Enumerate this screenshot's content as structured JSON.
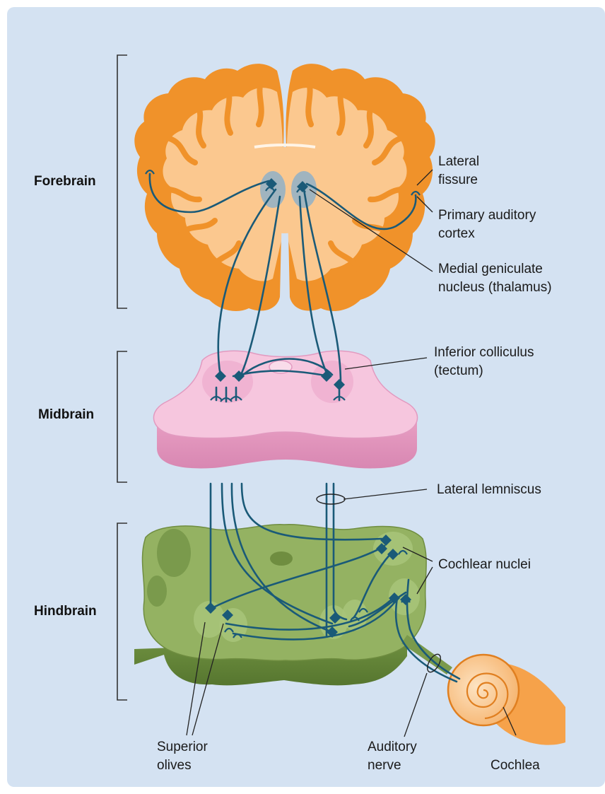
{
  "regions": {
    "forebrain": "Forebrain",
    "midbrain": "Midbrain",
    "hindbrain": "Hindbrain"
  },
  "labels": {
    "lateral_fissure": [
      "Lateral",
      "fissure"
    ],
    "primary_auditory_cortex": [
      "Primary auditory",
      "cortex"
    ],
    "medial_geniculate": [
      "Medial geniculate",
      "nucleus (thalamus)"
    ],
    "inferior_colliculus": [
      "Inferior colliculus",
      "(tectum)"
    ],
    "lateral_lemniscus": [
      "Lateral lemniscus"
    ],
    "cochlear_nuclei": [
      "Cochlear nuclei"
    ],
    "superior_olives": [
      "Superior",
      "olives"
    ],
    "auditory_nerve": [
      "Auditory",
      "nerve"
    ],
    "cochlea": [
      "Cochlea"
    ]
  },
  "colors": {
    "background_panel": "#d4e2f2",
    "cortex_orange": "#f0922a",
    "white_matter": "#fbc88f",
    "midbrain_pink": "#f4bcd8",
    "hindbrain_green": "#8aaa5a",
    "nerve_pathway": "#1a5a78"
  }
}
